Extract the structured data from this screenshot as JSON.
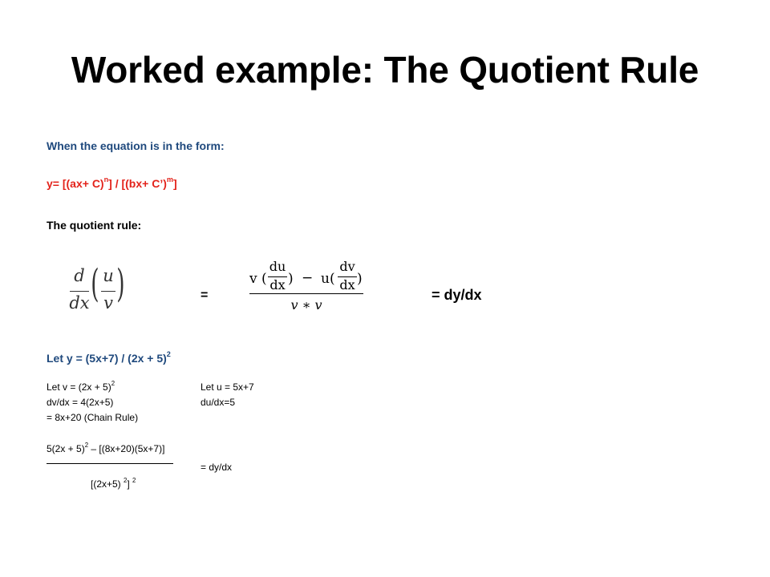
{
  "title": "Worked example: The Quotient Rule",
  "intro": {
    "form_label": "When the equation is in the form:",
    "form_eq_a": "y= [(ax+ C)",
    "form_eq_n": "n",
    "form_eq_b": "] /   [(bx+ C’)",
    "form_eq_m": "m",
    "form_eq_c": "]",
    "rule_label": "The quotient rule:"
  },
  "notation": {
    "d": "d",
    "dx": "dx",
    "u": "u",
    "v": "v"
  },
  "rule": {
    "equals": "=",
    "v": "v (",
    "du": "du",
    "dx1": "dx",
    "close1": ")",
    "minus": "−",
    "u": "u(",
    "dv": "dv",
    "dx2": "dx",
    "close2": ")",
    "denominator": "𝑣 ∗ 𝑣",
    "result": "= dy/dx"
  },
  "example": {
    "let_y_a": "Let y =  (5x+7) / (2x + 5)",
    "let_y_sup": "2",
    "v_line_a": "Let v = (2x + 5)",
    "v_line_sup": "2",
    "dvdx": "dv/dx = 4(2x+5)",
    "chain": "= 8x+20 (Chain Rule)",
    "u_line": "Let u = 5x+7",
    "dudx": "du/dx=5",
    "num_a": "5(2x + 5)",
    "num_sup": "2",
    "num_b": " – [(8x+20)(5x+7)]",
    "result": "= dy/dx",
    "den_a": "[(2x+5) ",
    "den_sup1": "2",
    "den_b": "] ",
    "den_sup2": "2"
  },
  "colors": {
    "heading_blue": "#1F497D",
    "accent_red": "#E3231B"
  }
}
